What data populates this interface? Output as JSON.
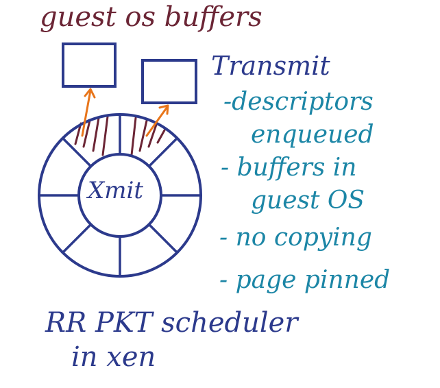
{
  "diagram": {
    "title": "guest os buffers",
    "ring_label": "Xmit",
    "transmit_heading": "Transmit",
    "notes": [
      "-descriptors",
      "enqueued",
      "- buffers in",
      "guest OS",
      "- no copying",
      "- page pinned"
    ],
    "caption_line1": "RR PKT scheduler",
    "caption_line2": "in xen",
    "colors": {
      "maroon": "#6b2535",
      "blue": "#2c3a8c",
      "teal": "#1c86a6",
      "orange": "#e8751a"
    }
  }
}
